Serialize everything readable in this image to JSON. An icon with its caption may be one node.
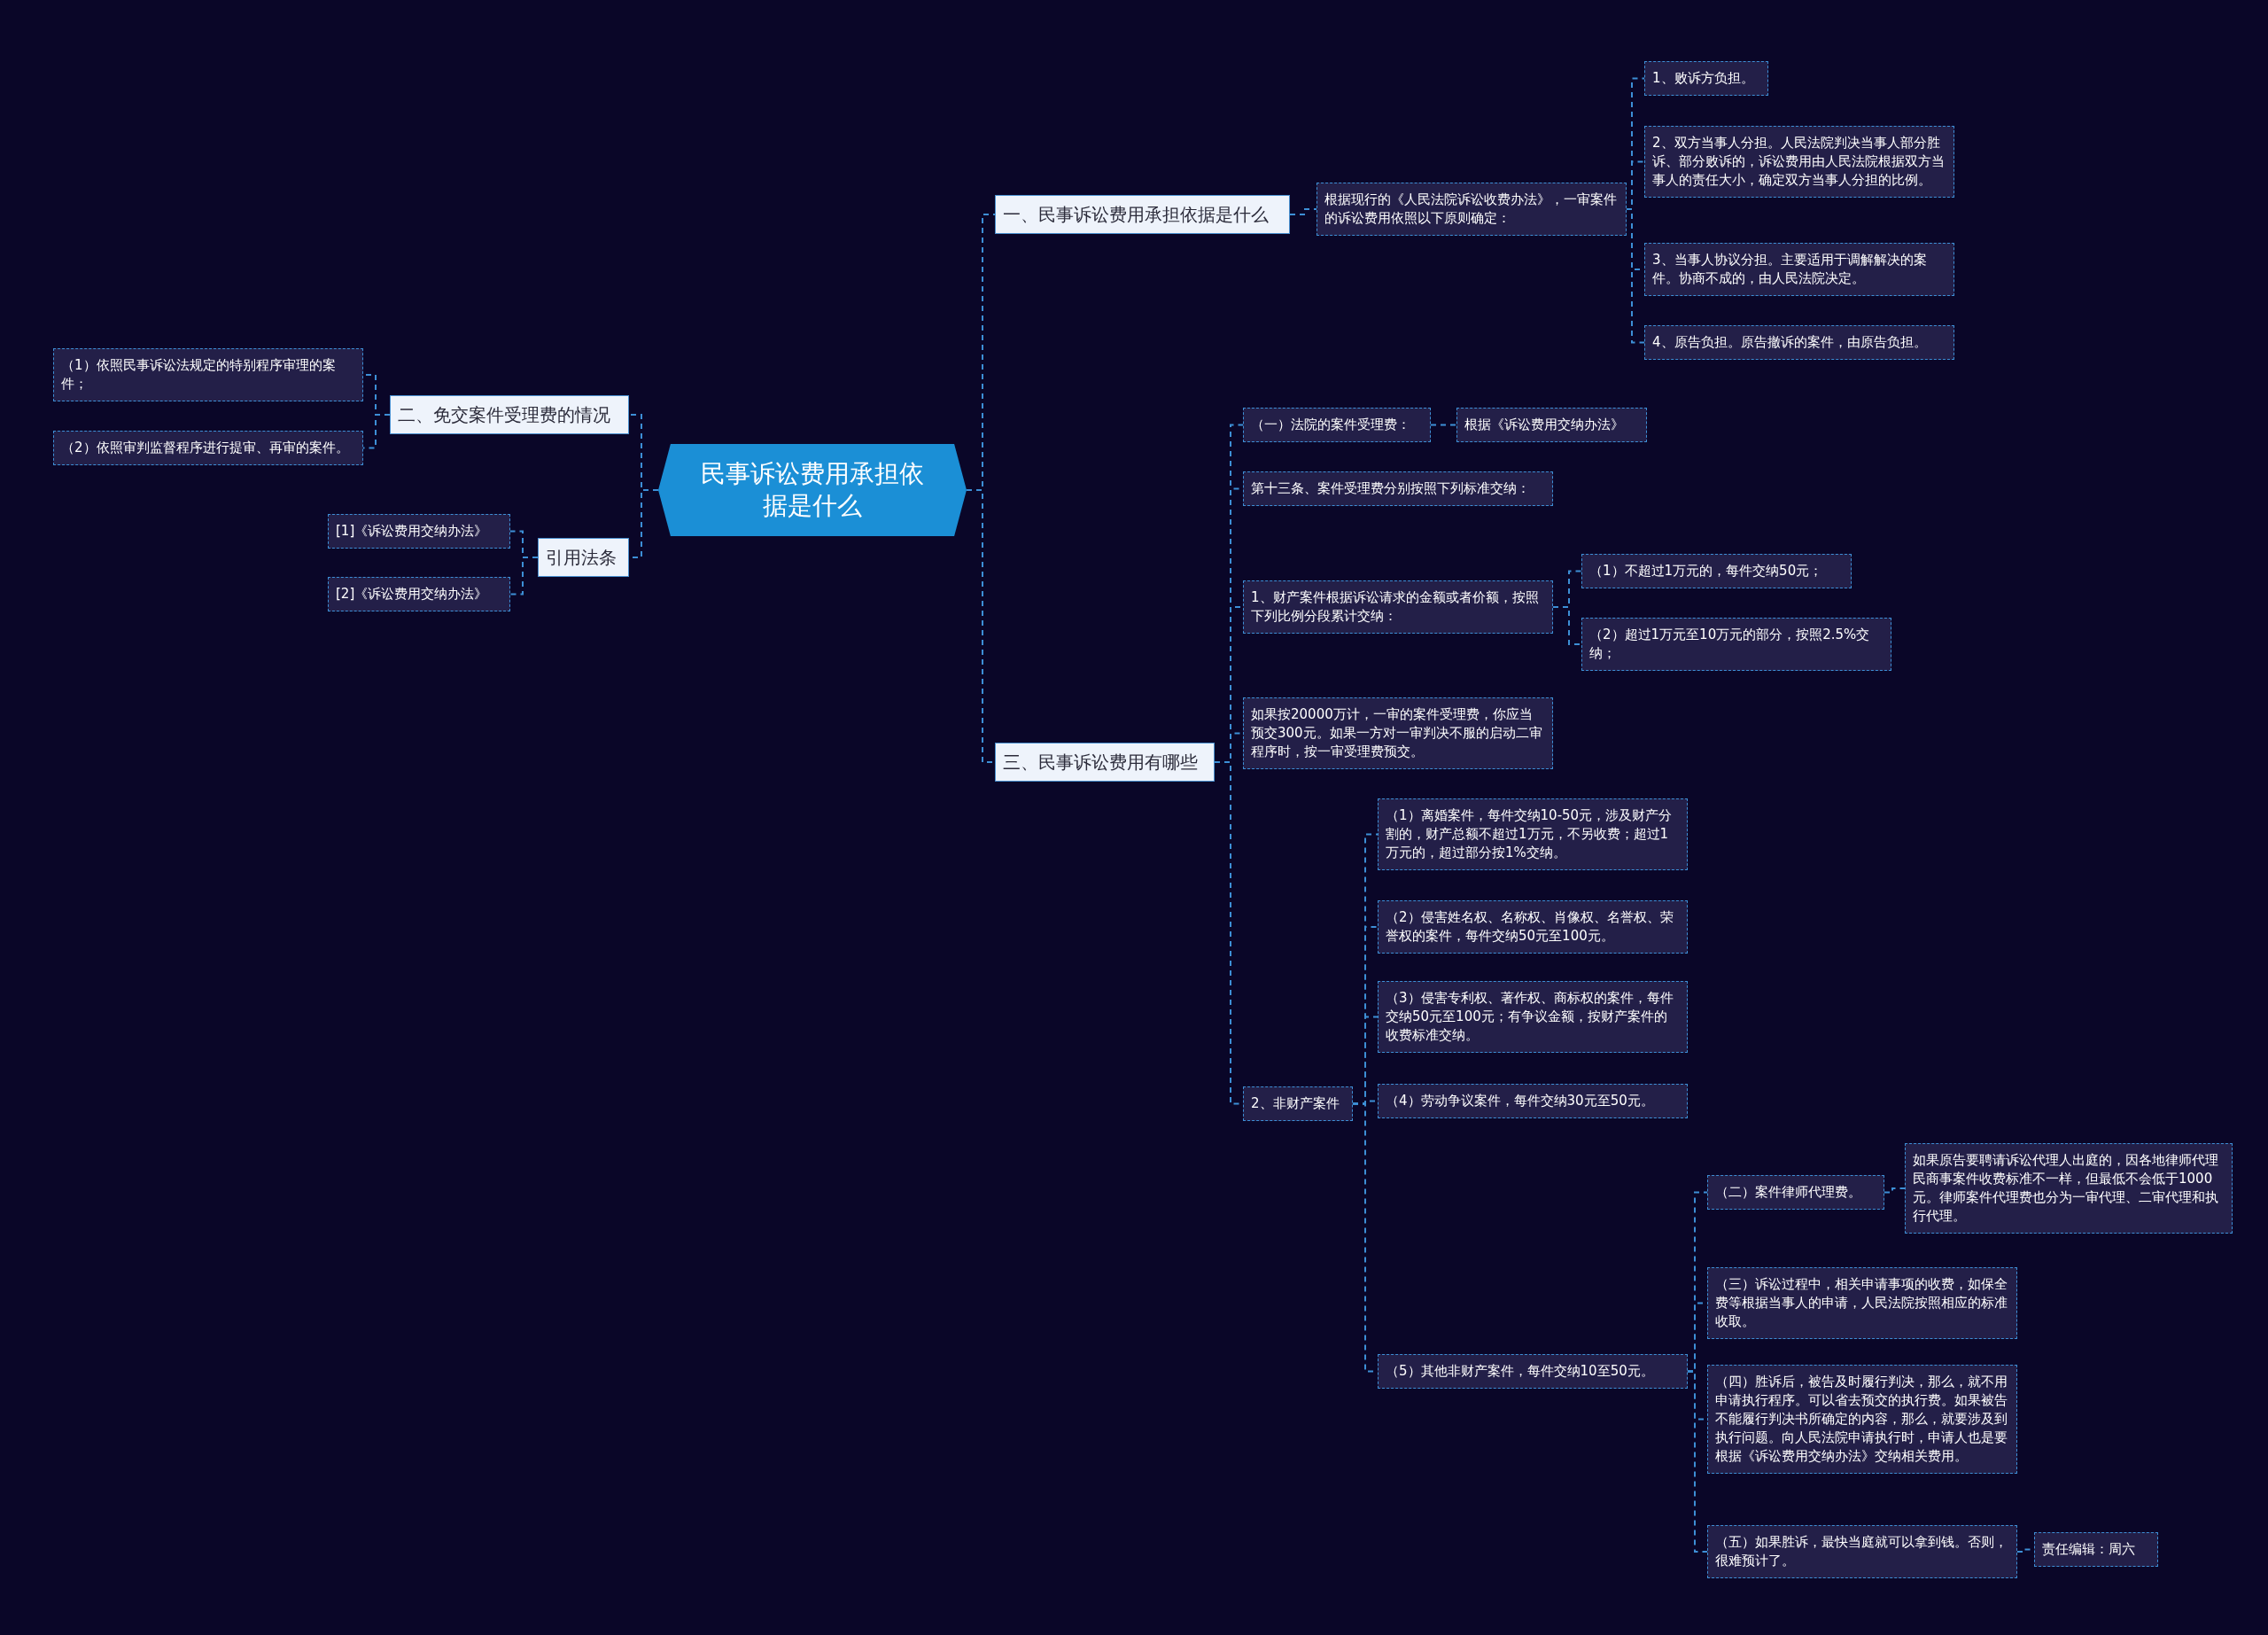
{
  "diagram": {
    "nodes": [
      {
        "text": [
          "民事诉讼费用承担依据是什么"
        ]
      },
      {
        "text": [
          "一、民事诉讼费用承担依据是什么"
        ]
      },
      {
        "text": [
          "根据现行的《人民法院诉讼收费办法》，一审案件的诉讼费用依照以下原则确定："
        ]
      },
      {
        "text": [
          "1、败诉方负担。"
        ]
      },
      {
        "text": [
          "2、双方当事人分担。人民法院判决当事人部分胜诉、部分败诉的，诉讼费用由人民法院根据双方当事人的责任大小，确定双方当事人分担的比例。"
        ]
      },
      {
        "text": [
          "3、当事人协议分担。主要适用于调解解决的案件。协商不成的，由人民法院决定。"
        ]
      },
      {
        "text": [
          "4、原告负担。原告撤诉的案件，由原告负担。"
        ]
      },
      {
        "text": [
          "二、免交案件受理费的情况"
        ]
      },
      {
        "text": [
          "（1）依照民事诉讼法规定的特别程序审理的案件；"
        ]
      },
      {
        "text": [
          "（2）依照审判监督程序进行提审、再审的案件。"
        ]
      },
      {
        "text": [
          "引用法条"
        ]
      },
      {
        "text": [
          "[1]《诉讼费用交纳办法》"
        ]
      },
      {
        "text": [
          "[2]《诉讼费用交纳办法》"
        ]
      },
      {
        "text": [
          "三、民事诉讼费用有哪些"
        ]
      },
      {
        "text": [
          "（一）法院的案件受理费："
        ]
      },
      {
        "text": [
          "根据《诉讼费用交纳办法》"
        ]
      },
      {
        "text": [
          "第十三条、案件受理费分别按照下列标准交纳："
        ]
      },
      {
        "text": [
          "1、财产案件根据诉讼请求的金额或者价额，按照下列比例分段累计交纳："
        ]
      },
      {
        "text": [
          "（1）不超过1万元的，每件交纳50元；"
        ]
      },
      {
        "text": [
          "（2）超过1万元至10万元的部分，按照2.5%交纳；"
        ]
      },
      {
        "text": [
          "如果按20000万计，一审的案件受理费，你应当预交300元。如果一方对一审判决不服的启动二审程序时，按一审受理费预交。"
        ]
      },
      {
        "text": [
          "2、非财产案件"
        ]
      },
      {
        "text": [
          "（1）离婚案件，每件交纳10-50元，涉及财产分割的，财产总额不超过1万元，不另收费；超过1万元的，超过部分按1%交纳。"
        ]
      },
      {
        "text": [
          "（2）侵害姓名权、名称权、肖像权、名誉权、荣誉权的案件，每件交纳50元至100元。"
        ]
      },
      {
        "text": [
          "（3）侵害专利权、著作权、商标权的案件，每件交纳50元至100元；有争议金额，按财产案件的收费标准交纳。"
        ]
      },
      {
        "text": [
          "（4）劳动争议案件，每件交纳30元至50元。"
        ]
      },
      {
        "text": [
          "（5）其他非财产案件，每件交纳10至50元。"
        ]
      },
      {
        "text": [
          "（二）案件律师代理费。"
        ]
      },
      {
        "text": [
          "如果原告要聘请诉讼代理人出庭的，因各地律师代理民商事案件收费标准不一样，但最低不会低于1000元。律师案件代理费也分为一审代理、二审代理和执行代理。"
        ]
      },
      {
        "text": [
          "（三）诉讼过程中，相关申请事项的收费，如保全费等根据当事人的申请，人民法院按照相应的标准收取。"
        ]
      },
      {
        "text": [
          "（四）胜诉后，被告及时履行判决，那么，就不用申请执行程序。可以省去预交的执行费。如果被告不能履行判决书所确定的内容，那么，就要涉及到执行问题。向人民法院申请执行时，申请人也是要根据《诉讼费用交纳办法》交纳相关费用。"
        ]
      },
      {
        "text": [
          "（五）如果胜诉，最快当庭就可以拿到钱。否则，很难预计了。"
        ]
      },
      {
        "text": [
          "责任编辑：周六"
        ]
      }
    ],
    "edges": [
      {
        "from": 0,
        "to": 1,
        "arrow": "none"
      },
      {
        "from": 1,
        "to": 2,
        "arrow": "none"
      },
      {
        "from": 2,
        "to": 3,
        "arrow": "none"
      },
      {
        "from": 2,
        "to": 4,
        "arrow": "none"
      },
      {
        "from": 2,
        "to": 5,
        "arrow": "none"
      },
      {
        "from": 2,
        "to": 6,
        "arrow": "none"
      },
      {
        "from": 0,
        "to": 7,
        "arrow": "none"
      },
      {
        "from": 7,
        "to": 8,
        "arrow": "none"
      },
      {
        "from": 7,
        "to": 9,
        "arrow": "none"
      },
      {
        "from": 0,
        "to": 10,
        "arrow": "none"
      },
      {
        "from": 10,
        "to": 11,
        "arrow": "none"
      },
      {
        "from": 10,
        "to": 12,
        "arrow": "none"
      },
      {
        "from": 0,
        "to": 13,
        "arrow": "none"
      },
      {
        "from": 13,
        "to": 14,
        "arrow": "none"
      },
      {
        "from": 14,
        "to": 15,
        "arrow": "none"
      },
      {
        "from": 13,
        "to": 16,
        "arrow": "none"
      },
      {
        "from": 13,
        "to": 17,
        "arrow": "none"
      },
      {
        "from": 17,
        "to": 18,
        "arrow": "none"
      },
      {
        "from": 17,
        "to": 19,
        "arrow": "none"
      },
      {
        "from": 13,
        "to": 20,
        "arrow": "none"
      },
      {
        "from": 13,
        "to": 21,
        "arrow": "none"
      },
      {
        "from": 21,
        "to": 22,
        "arrow": "none"
      },
      {
        "from": 21,
        "to": 23,
        "arrow": "none"
      },
      {
        "from": 21,
        "to": 24,
        "arrow": "none"
      },
      {
        "from": 21,
        "to": 25,
        "arrow": "none"
      },
      {
        "from": 21,
        "to": 26,
        "arrow": "none"
      },
      {
        "from": 26,
        "to": 27,
        "arrow": "none"
      },
      {
        "from": 27,
        "to": 28,
        "arrow": "none"
      },
      {
        "from": 26,
        "to": 29,
        "arrow": "none"
      },
      {
        "from": 26,
        "to": 30,
        "arrow": "none"
      },
      {
        "from": 26,
        "to": 31,
        "arrow": "none"
      },
      {
        "from": 31,
        "to": 32,
        "arrow": "none"
      }
    ]
  }
}
